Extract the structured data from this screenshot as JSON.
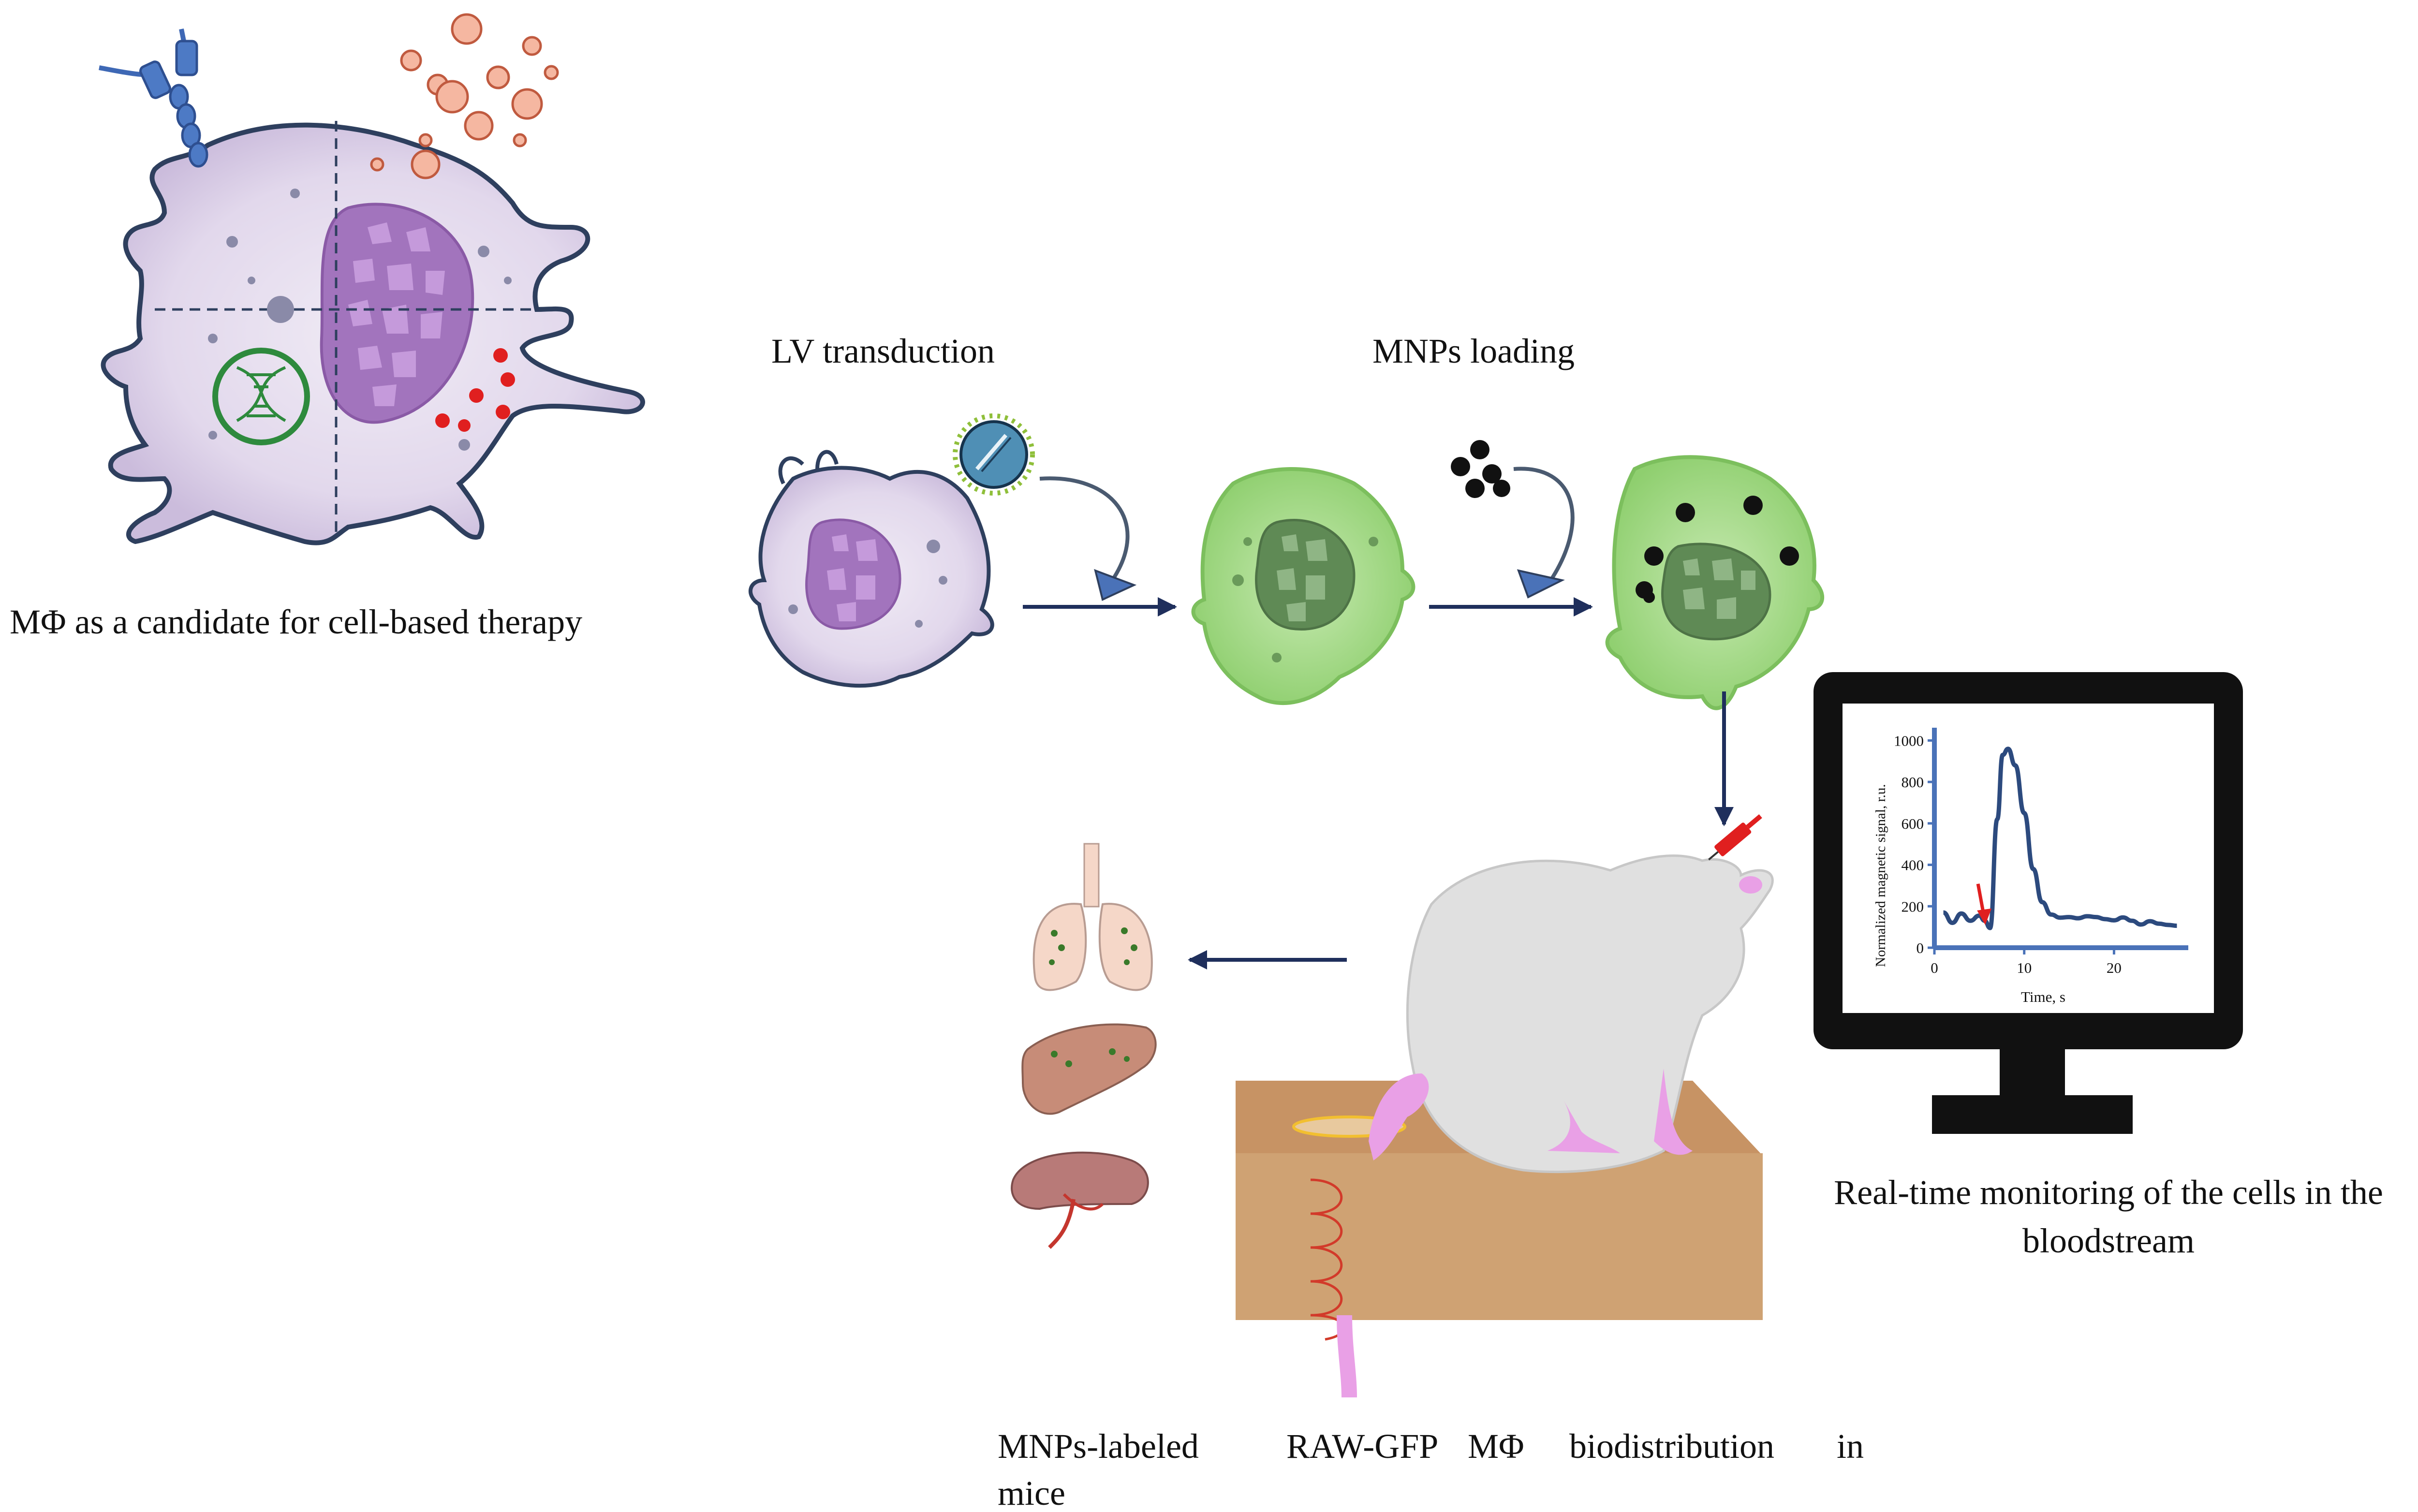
{
  "labels": {
    "macrophage_candidate": "MΦ as a candidate for cell-based therapy",
    "lv_transduction": "LV transduction",
    "mnps_loading": "MNPs loading",
    "realtime_line1": "Real-time monitoring of the cells in the",
    "realtime_line2": "bloodstream",
    "biodistribution_words": [
      "MNPs-labeled",
      "RAW-GFP",
      "MΦ",
      "biodistribution",
      "in"
    ],
    "biodistribution_line2": "mice"
  },
  "chart_data": {
    "type": "line",
    "xlabel": "Time, s",
    "ylabel": "Normalized magnetic signal, r.u.",
    "xlim": [
      0,
      28
    ],
    "ylim": [
      0,
      1050
    ],
    "x_ticks": [
      0,
      10,
      20
    ],
    "y_ticks": [
      0,
      200,
      400,
      600,
      800,
      1000
    ],
    "grid": false,
    "injection_marker_x": 5.5,
    "series": [
      {
        "x": [
          1,
          2,
          3,
          4,
          5,
          5.6,
          6.2,
          7,
          7.6,
          8.2,
          9,
          10,
          11,
          12,
          13,
          14,
          15,
          16,
          17,
          18,
          19,
          20,
          21,
          22,
          23,
          24,
          25,
          26,
          27
        ],
        "values": [
          170,
          120,
          165,
          130,
          155,
          130,
          95,
          620,
          930,
          960,
          880,
          650,
          380,
          220,
          160,
          145,
          148,
          142,
          152,
          148,
          138,
          132,
          146,
          130,
          112,
          128,
          116,
          110,
          106
        ]
      }
    ]
  },
  "colors": {
    "arrow": "#1f2f5c",
    "cell_purple": "#e3daec",
    "cell_green": "#a8d98a",
    "nucleus_purple": "#a77abf",
    "monitor": "#111111",
    "plot_line": "#2c4a7e",
    "plot_axis": "#4a72b8",
    "box": "#cfa273",
    "mouse": "#e0e0e0",
    "paw": "#e9a0e6"
  },
  "icons": [
    "macrophage-cell",
    "receptor",
    "cytokine-particles",
    "dna-helix",
    "lentivirus",
    "nanoparticles",
    "green-macrophage",
    "loaded-macrophage",
    "syringe",
    "mouse",
    "coil",
    "lungs",
    "liver",
    "spleen",
    "monitor"
  ]
}
